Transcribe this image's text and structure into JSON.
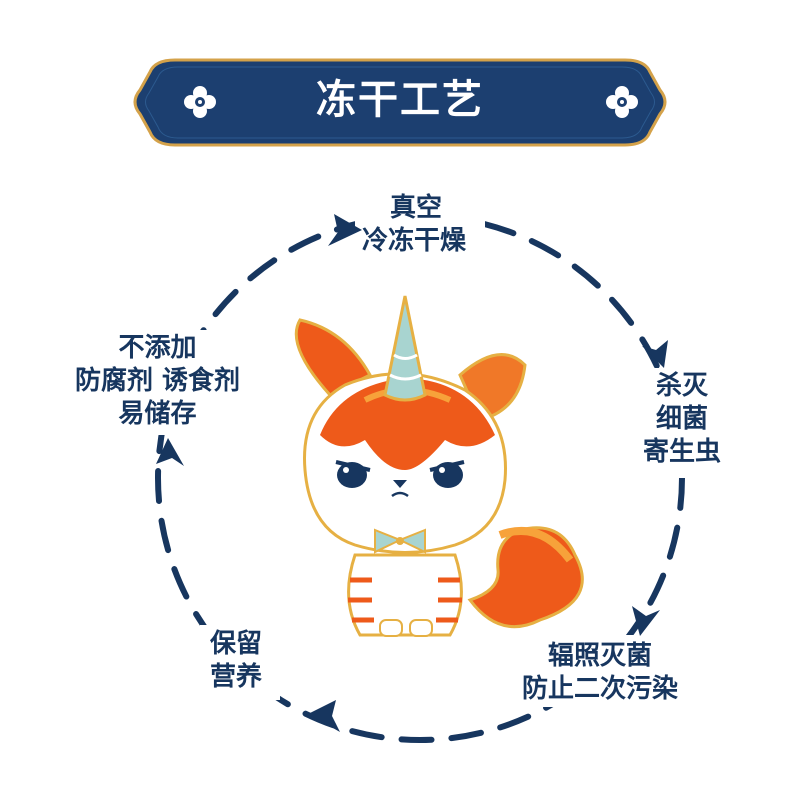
{
  "banner": {
    "title": "冻干工艺"
  },
  "steps": [
    {
      "id": "vacuum-freeze-drying",
      "lines": [
        "真空",
        "冷冻干燥"
      ]
    },
    {
      "id": "kill-germs-parasites",
      "lines": [
        "杀灭",
        "细菌",
        "寄生虫"
      ]
    },
    {
      "id": "irradiation-sterilize",
      "lines": [
        "辐照灭菌",
        "防止二次污染"
      ]
    },
    {
      "id": "retain-nutrition",
      "lines": [
        "保留",
        "营养"
      ]
    },
    {
      "id": "no-additives-storage",
      "lines": [
        "不添加",
        "防腐剂 诱食剂",
        "易储存"
      ]
    }
  ],
  "colors": {
    "navy": "#17365f",
    "gold": "#d4a24a",
    "orange": "#ee5a1a",
    "orange_light": "#f7a23a",
    "horn_teal": "#a8d4d0"
  },
  "mascot": {
    "description_icon": "orange-unicorn-cat-mascot"
  }
}
